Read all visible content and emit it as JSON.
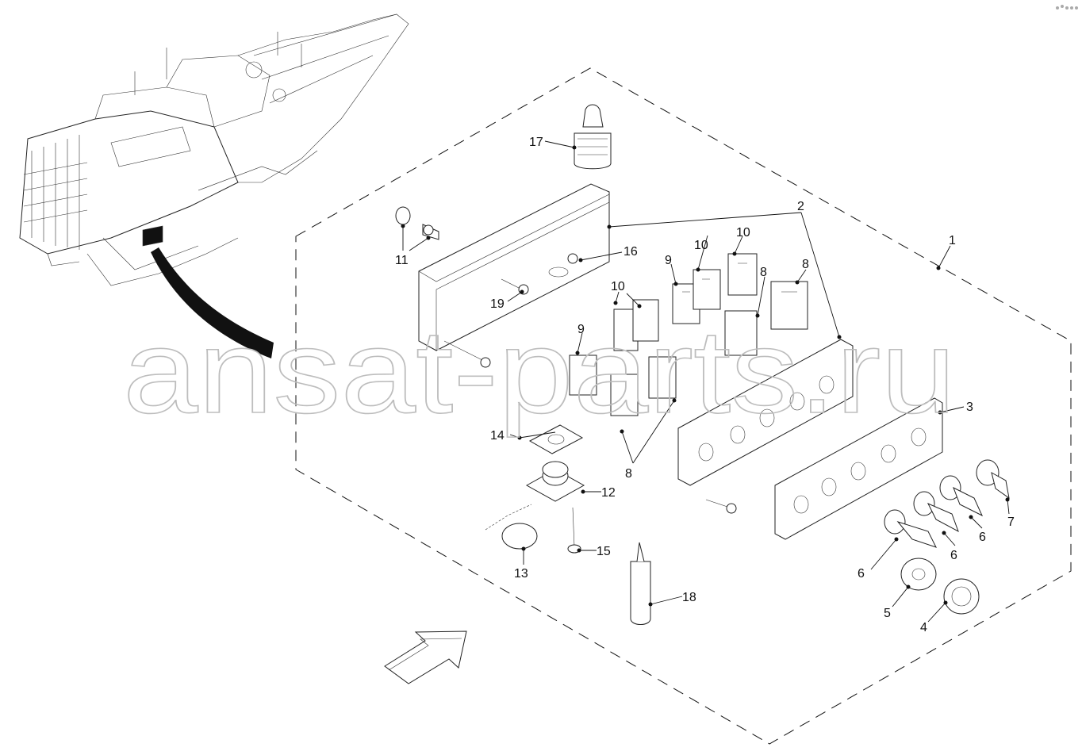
{
  "watermark": "ansat-parts.ru",
  "callouts": [
    "17",
    "2",
    "1",
    "11",
    "16",
    "10",
    "10",
    "9",
    "8",
    "8",
    "19",
    "10",
    "9",
    "14",
    "8",
    "3",
    "12",
    "7",
    "6",
    "6",
    "6",
    "13",
    "15",
    "18",
    "5",
    "4"
  ]
}
